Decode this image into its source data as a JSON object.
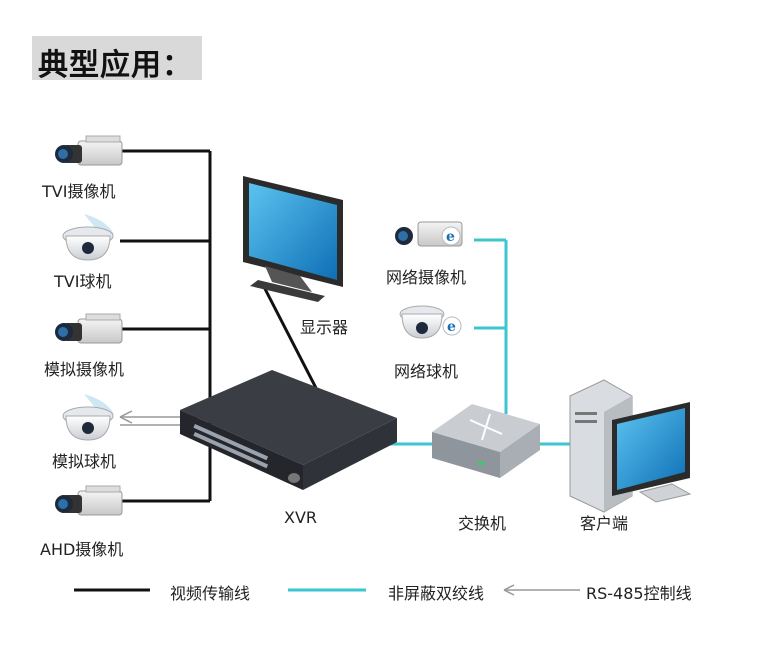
{
  "title": "典型应用：",
  "devices": {
    "tvi_camera": "TVI摄像机",
    "tvi_dome": "TVI球机",
    "analog_camera": "模拟摄像机",
    "analog_dome": "模拟球机",
    "ahd_camera": "AHD摄像机",
    "monitor": "显示器",
    "xvr": "XVR",
    "ip_camera": "网络摄像机",
    "ip_dome": "网络球机",
    "switch": "交换机",
    "client": "客户端"
  },
  "legend": {
    "video_cable": "视频传输线",
    "utp_cable": "非屏蔽双绞线",
    "rs485": "RS-485控制线"
  },
  "colors": {
    "video_cable": "#111111",
    "utp_cable": "#3cc6cf",
    "rs485": "#999999",
    "screen_blue": "#1a8fd0",
    "device_dark": "#2c2f36"
  }
}
